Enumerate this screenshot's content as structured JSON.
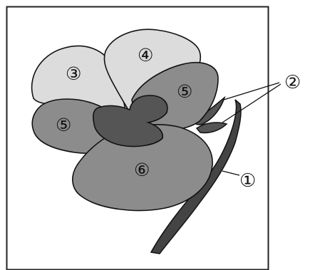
{
  "diagram": {
    "parts": [
      {
        "id": "petal-upper-left",
        "label": "③",
        "fill": "#dcdcdc"
      },
      {
        "id": "petal-upper-right",
        "label": "④",
        "fill": "#dcdcdc"
      },
      {
        "id": "petal-side-right",
        "label": "⑤",
        "fill": "#8c8c8c"
      },
      {
        "id": "petal-side-left",
        "label": "⑤",
        "fill": "#8c8c8c"
      },
      {
        "id": "petal-lower",
        "label": "⑥",
        "fill": "#8c8c8c"
      }
    ],
    "callouts": {
      "stem_label": "①",
      "sepal_label": "②"
    },
    "colors": {
      "center": "#555555",
      "stem": "#444444",
      "outline": "#111111",
      "frame": "#222222"
    }
  }
}
